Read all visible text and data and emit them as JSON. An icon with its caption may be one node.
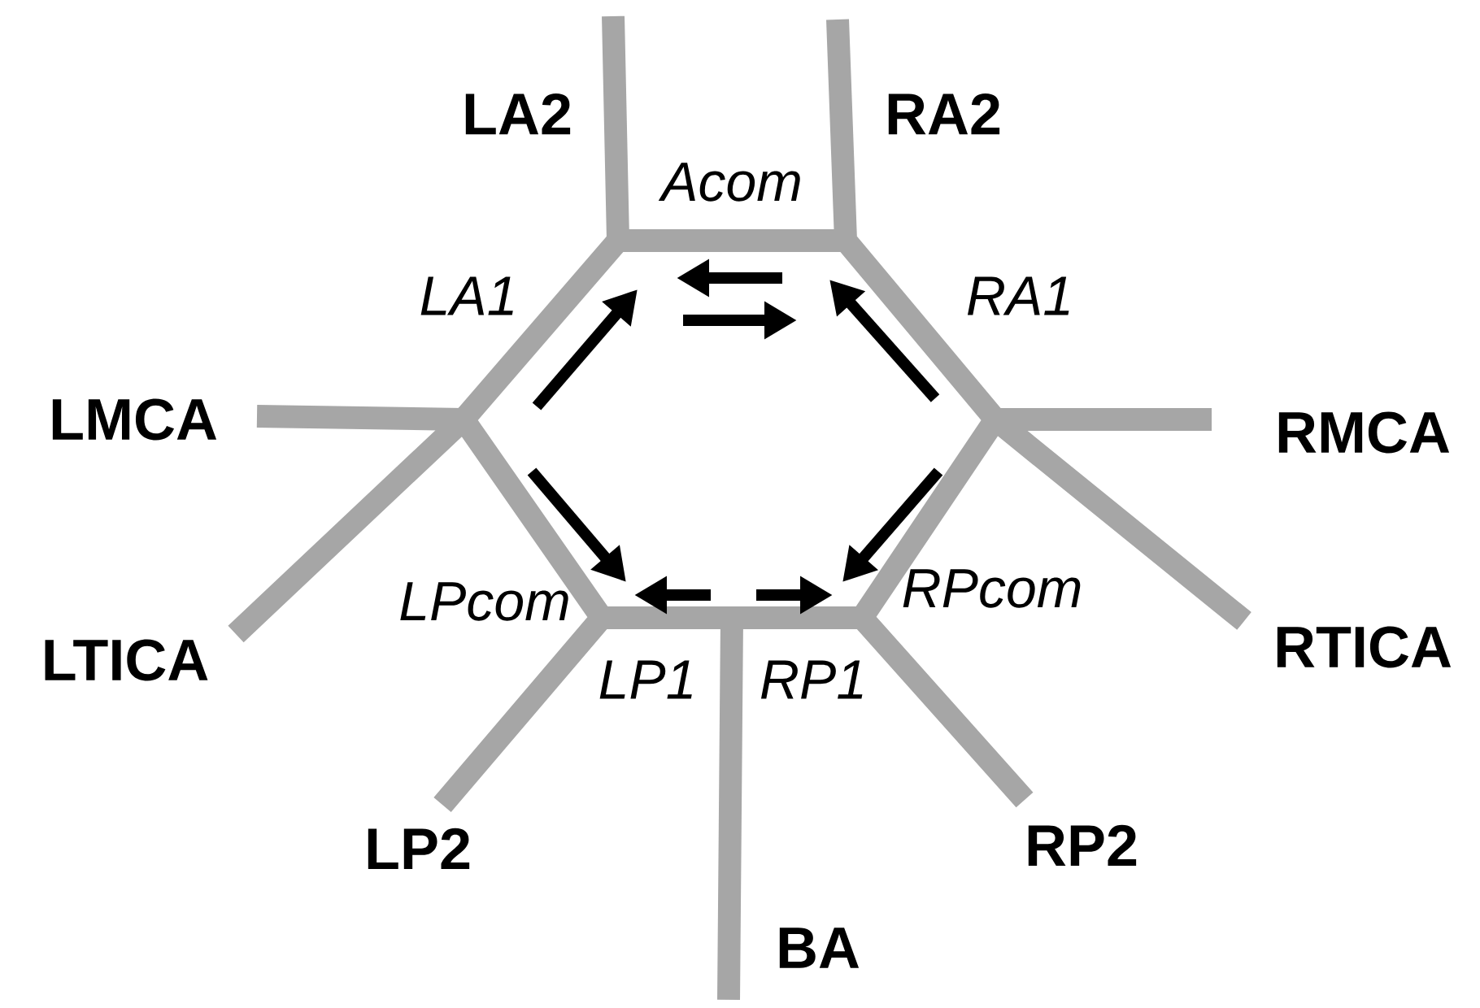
{
  "diagram": {
    "labels": [
      "LA2",
      "RA2",
      "Acom",
      "LA1",
      "RA1",
      "LMCA",
      "RMCA",
      "LPcom",
      "RPcom",
      "LTICA",
      "RTICA",
      "LP1",
      "RP1",
      "LP2",
      "RP2",
      "BA"
    ]
  }
}
